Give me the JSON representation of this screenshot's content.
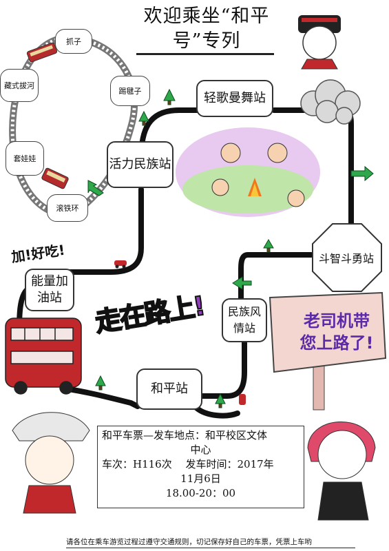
{
  "title": "欢迎乘坐“和平号”专列",
  "title_lines": [
    "欢迎乘坐“和平",
    "号”专列"
  ],
  "stations": {
    "qingge": "轻歌曼舞站",
    "huoli": "活力民族站",
    "nengliang": [
      "能量加",
      "油站"
    ],
    "douzhi": "斗智斗勇站",
    "minzu_feng": [
      "民族风",
      "情站"
    ],
    "heping": "和平站"
  },
  "loop_stops": [
    "抓子",
    "踢毽子",
    "藏式拔河",
    "套娃娃",
    "滚铁环"
  ],
  "slogans": {
    "zanlehao": "加!好吃!",
    "on_the_road": [
      "走",
      "在",
      "路",
      "上",
      "!"
    ],
    "sign": [
      "老司机带",
      "您上路了!"
    ]
  },
  "ticket_info": {
    "line1": "和平车票—发车地点：和平校区文体",
    "line2": "中心",
    "line3": "车次：H116次　 发车时间：2017年",
    "line4": "11月6日",
    "line5": "18.00-20：00"
  },
  "footer_notice": "请各位在乘车游览过程过遵守交通规则，切记保存好自己的车票，凭票上车哟",
  "colors": {
    "route": "#111111",
    "sign_board": "#f4d6d0",
    "sign_text": "#5a2aa8",
    "arrow_green": "#2ea84a",
    "bus_red": "#c0282c",
    "track": "#555555",
    "onroad": [
      "#e21d2b",
      "#1e8ad6",
      "#5fbf3a",
      "#f2c21a",
      "#8f3fb8"
    ]
  },
  "icons": [
    "train-icon",
    "tram-icon",
    "bus-icon",
    "car-icon",
    "tree-icon",
    "arrow-icon",
    "cloud-icon",
    "girl-mascot-icon",
    "dancing-children-icon",
    "signpost-icon"
  ]
}
